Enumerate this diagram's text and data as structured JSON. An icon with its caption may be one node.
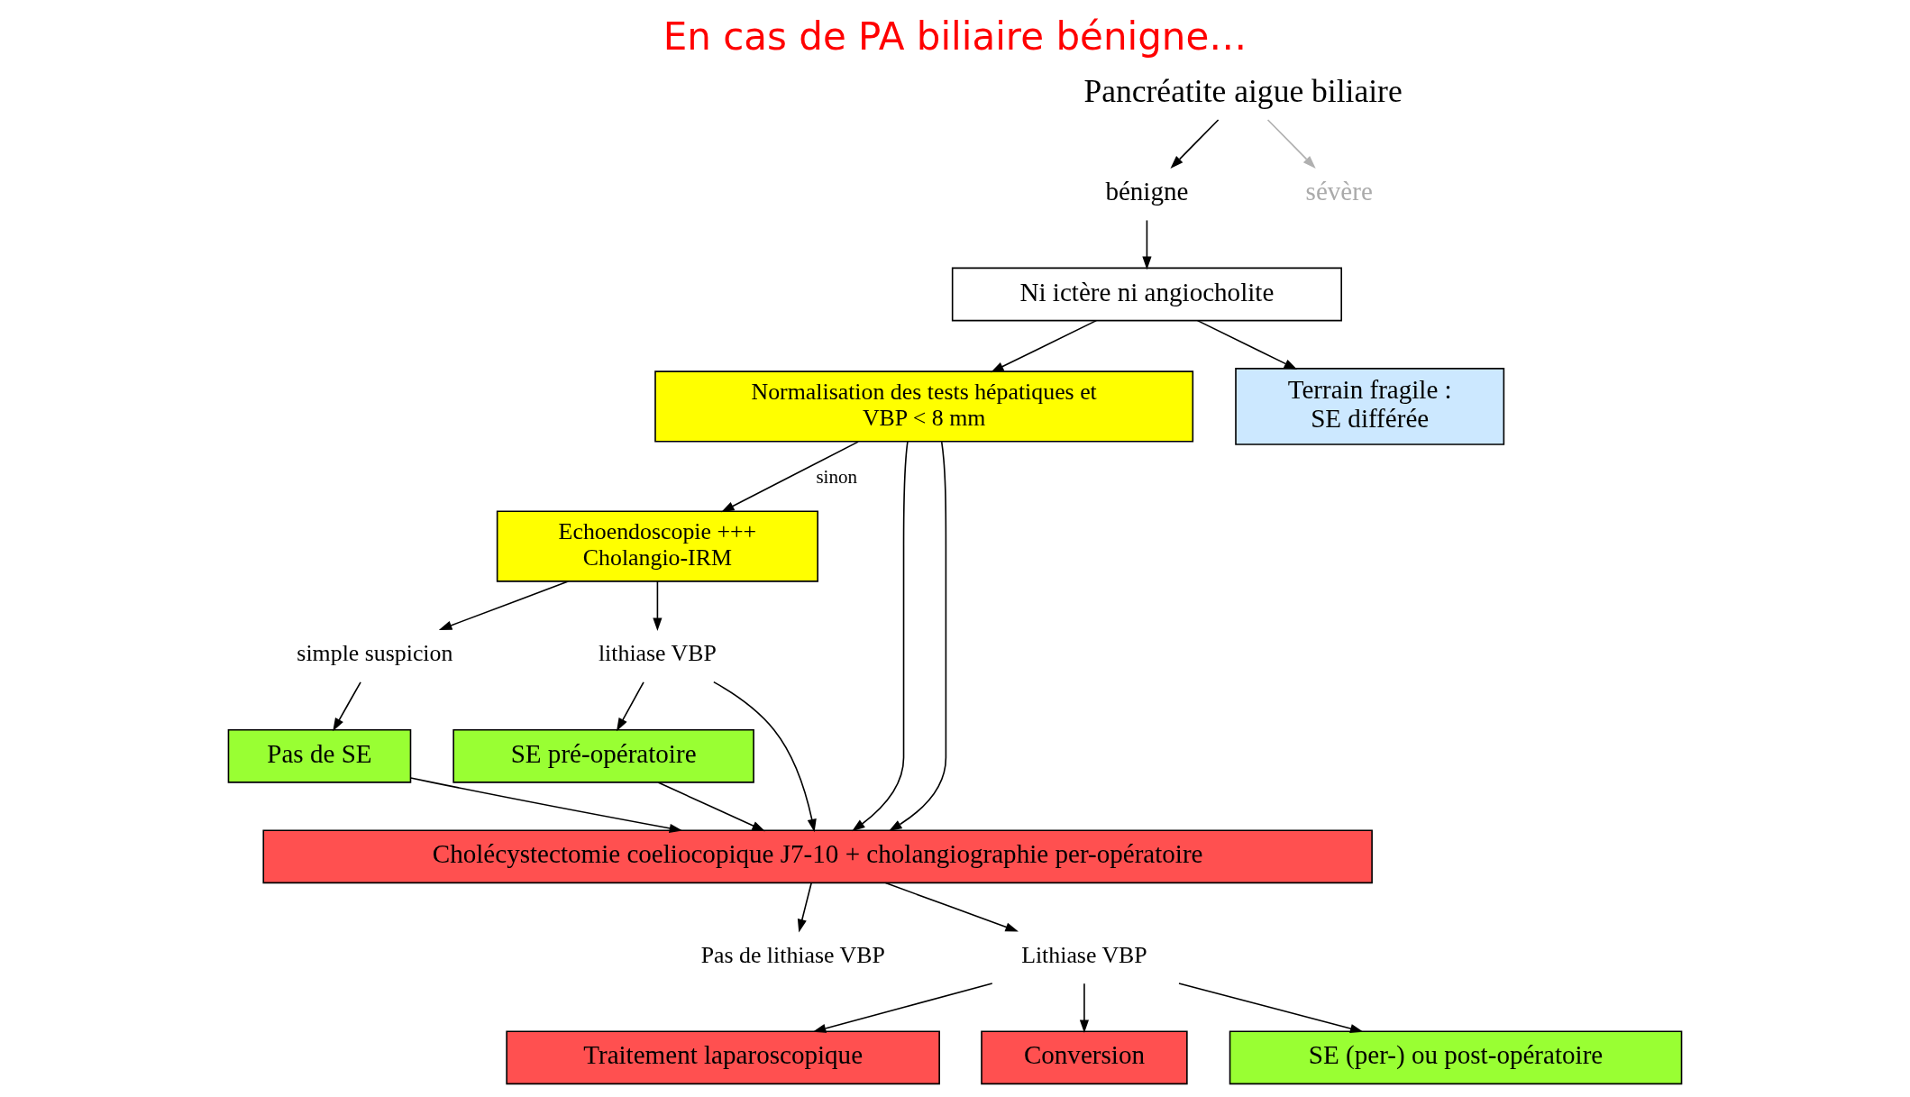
{
  "diagram": {
    "title": "En cas de PA biliaire bénigne…",
    "nodes": [
      {
        "text": [
          "Pancréatite aigue biliaire"
        ]
      },
      {
        "text": [
          "bénigne"
        ]
      },
      {
        "text": [
          "sévère"
        ]
      },
      {
        "text": [
          "Ni ictère ni angiocholite"
        ]
      },
      {
        "text": [
          "Normalisation des tests hépatiques et VBP < 8 mm"
        ]
      },
      {
        "text": [
          "Echoendoscopie +++ Cholangio-IRM"
        ]
      },
      {
        "text": [
          "simple suspicion"
        ]
      },
      {
        "text": [
          "lithiase VBP"
        ]
      },
      {
        "text": [
          "Pas de SE"
        ]
      },
      {
        "text": [
          "SE pré-opératoire"
        ]
      },
      {
        "text": [
          "Cholécystectomie coeliocopique J7-10 + cholangiographie per-opératoire"
        ]
      },
      {
        "text": [
          "Pas de lithiase VBP"
        ]
      },
      {
        "text": [
          "Lithiase VBP"
        ]
      },
      {
        "text": [
          "Traitement laparoscopique"
        ]
      },
      {
        "text": [
          "Conversion"
        ]
      },
      {
        "text": [
          "SE (per-) ou post-opératoire"
        ]
      },
      {
        "text": [
          "Terrain fragile : SE différée"
        ]
      }
    ],
    "edges": [
      {
        "from": 0,
        "to": 1,
        "arrow": "to"
      },
      {
        "from": 0,
        "to": 2,
        "arrow": "to",
        "color": "#b0b0b0"
      },
      {
        "from": 1,
        "to": 3,
        "arrow": "to"
      },
      {
        "from": 3,
        "to": 4,
        "arrow": "to"
      },
      {
        "from": 3,
        "to": 16,
        "arrow": "to"
      },
      {
        "from": 4,
        "to": 10,
        "arrow": "to"
      },
      {
        "from": 4,
        "to": 5,
        "arrow": "to",
        "label": "sinon"
      },
      {
        "from": 4,
        "to": 10,
        "arrow": "to"
      },
      {
        "from": 5,
        "to": 6,
        "arrow": "to"
      },
      {
        "from": 5,
        "to": 7,
        "arrow": "to"
      },
      {
        "from": 6,
        "to": 8,
        "arrow": "to"
      },
      {
        "from": 7,
        "to": 9,
        "arrow": "to"
      },
      {
        "from": 7,
        "to": 10,
        "arrow": "to"
      },
      {
        "from": 8,
        "to": 10,
        "arrow": "to"
      },
      {
        "from": 9,
        "to": 10,
        "arrow": "to"
      },
      {
        "from": 10,
        "to": 11,
        "arrow": "to"
      },
      {
        "from": 10,
        "to": 12,
        "arrow": "to"
      },
      {
        "from": 12,
        "to": 13,
        "arrow": "to"
      },
      {
        "from": 12,
        "to": 14,
        "arrow": "to"
      },
      {
        "from": 12,
        "to": 15,
        "arrow": "to"
      }
    ]
  }
}
